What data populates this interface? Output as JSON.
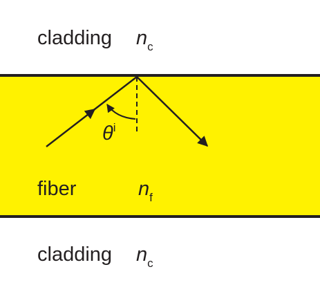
{
  "labels": {
    "top_cladding": "cladding",
    "top_symbol": "n",
    "top_subscript": "c",
    "fiber": "fiber",
    "fiber_symbol": "n",
    "fiber_subscript": "f",
    "bottom_cladding": "cladding",
    "bottom_symbol": "n",
    "bottom_subscript": "c",
    "angle_symbol": "θ",
    "angle_superscript": "i"
  },
  "colors": {
    "fiber_fill": "#fff200",
    "line": "#231f20",
    "background": "#ffffff"
  }
}
